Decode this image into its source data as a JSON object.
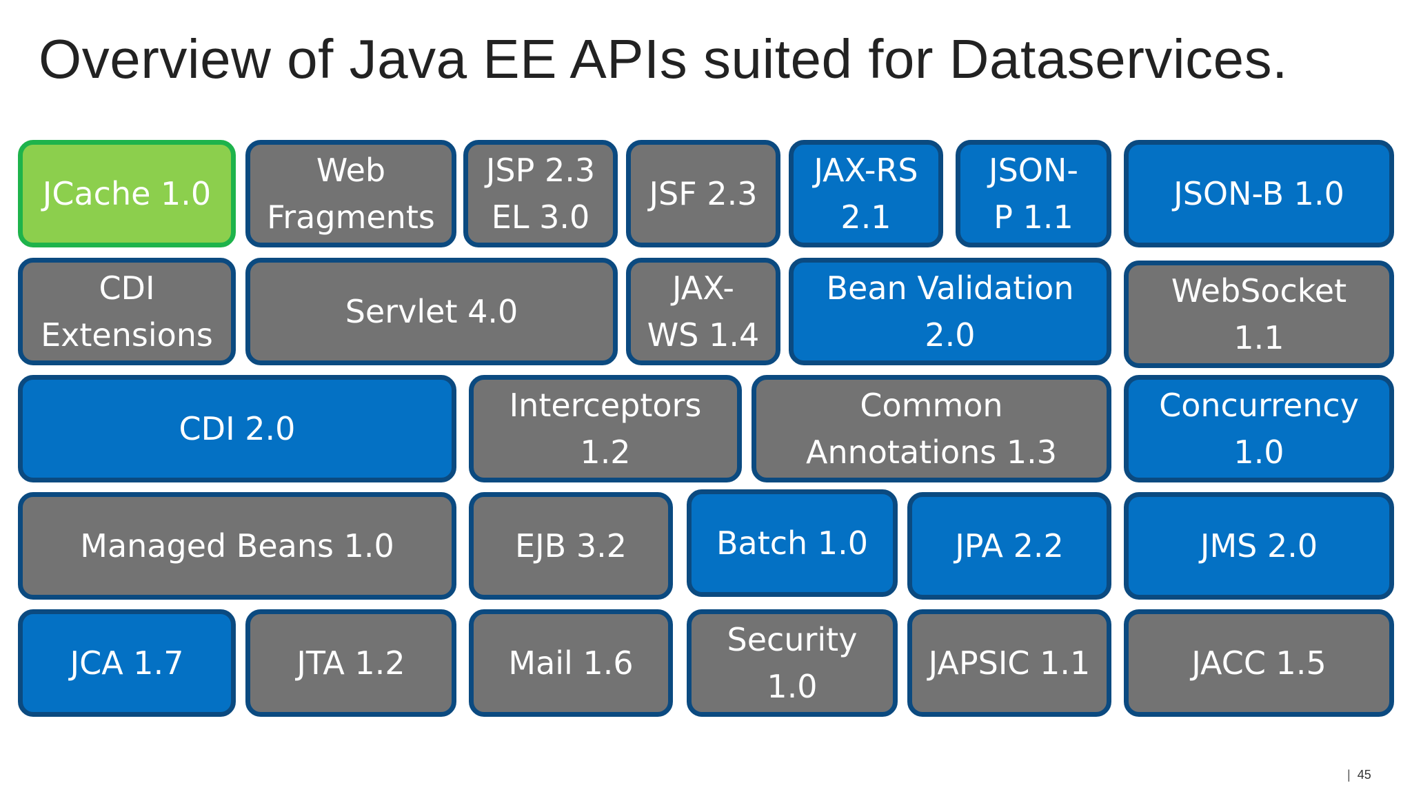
{
  "title": "Overview of Java EE APIs suited for Dataservices.",
  "page_number": "45",
  "colors": {
    "blue": "#0471c4",
    "gray": "#737373",
    "green": "#8ccf4d",
    "border": "#0b4a80",
    "green_border": "#1eb34b"
  },
  "apis": [
    {
      "label": "JCache 1.0",
      "color": "green"
    },
    {
      "label": "Web\nFragments",
      "color": "gray"
    },
    {
      "label": "JSP 2.3\nEL 3.0",
      "color": "gray"
    },
    {
      "label": "JSF 2.3",
      "color": "gray"
    },
    {
      "label": "JAX-RS\n2.1",
      "color": "blue"
    },
    {
      "label": "JSON-\nP 1.1",
      "color": "blue"
    },
    {
      "label": "JSON-B 1.0",
      "color": "blue"
    },
    {
      "label": "CDI\nExtensions",
      "color": "gray"
    },
    {
      "label": "Servlet 4.0",
      "color": "gray"
    },
    {
      "label": "JAX-\nWS 1.4",
      "color": "gray"
    },
    {
      "label": "Bean Validation\n2.0",
      "color": "blue"
    },
    {
      "label": "WebSocket\n1.1",
      "color": "gray"
    },
    {
      "label": "CDI 2.0",
      "color": "blue"
    },
    {
      "label": "Interceptors\n1.2",
      "color": "gray"
    },
    {
      "label": "Common\nAnnotations 1.3",
      "color": "gray"
    },
    {
      "label": "Concurrency\n1.0",
      "color": "blue"
    },
    {
      "label": "Managed Beans 1.0",
      "color": "gray"
    },
    {
      "label": "EJB 3.2",
      "color": "gray"
    },
    {
      "label": "Batch 1.0",
      "color": "blue"
    },
    {
      "label": "JPA 2.2",
      "color": "blue"
    },
    {
      "label": "JMS 2.0",
      "color": "blue"
    },
    {
      "label": "JCA 1.7",
      "color": "blue"
    },
    {
      "label": "JTA 1.2",
      "color": "gray"
    },
    {
      "label": "Mail 1.6",
      "color": "gray"
    },
    {
      "label": "Security\n1.0",
      "color": "gray"
    },
    {
      "label": "JAPSIC 1.1",
      "color": "gray"
    },
    {
      "label": "JACC 1.5",
      "color": "gray"
    }
  ]
}
